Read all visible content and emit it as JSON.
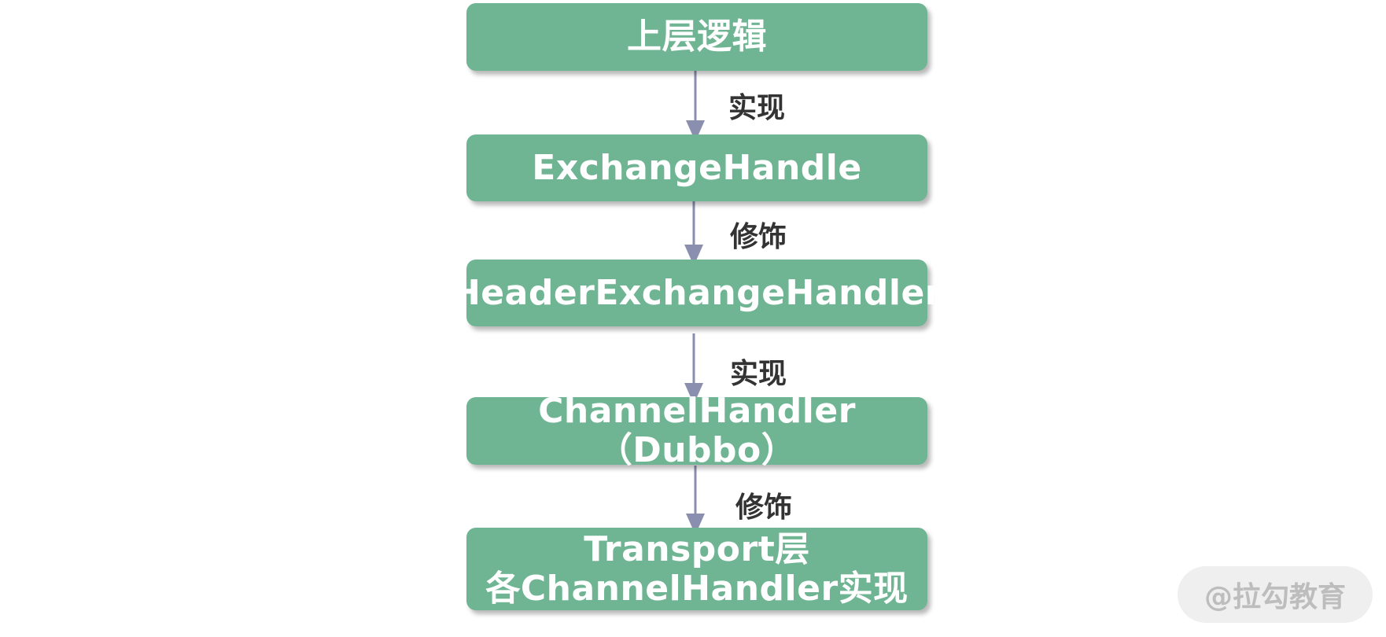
{
  "nodes": [
    {
      "lines": [
        "上层逻辑"
      ]
    },
    {
      "lines": [
        "ExchangeHandle"
      ]
    },
    {
      "lines": [
        "HeaderExchangeHandler"
      ]
    },
    {
      "lines": [
        "ChannelHandler（Dubbo）"
      ]
    },
    {
      "lines": [
        "Transport层",
        "各ChannelHandler实现"
      ]
    }
  ],
  "edges": [
    {
      "label": "实现"
    },
    {
      "label": "修饰"
    },
    {
      "label": "实现"
    },
    {
      "label": "修饰"
    }
  ],
  "watermark": "@拉勾教育",
  "colors": {
    "node_fill": "#6fb593",
    "arrow": "#8a8fb0"
  }
}
